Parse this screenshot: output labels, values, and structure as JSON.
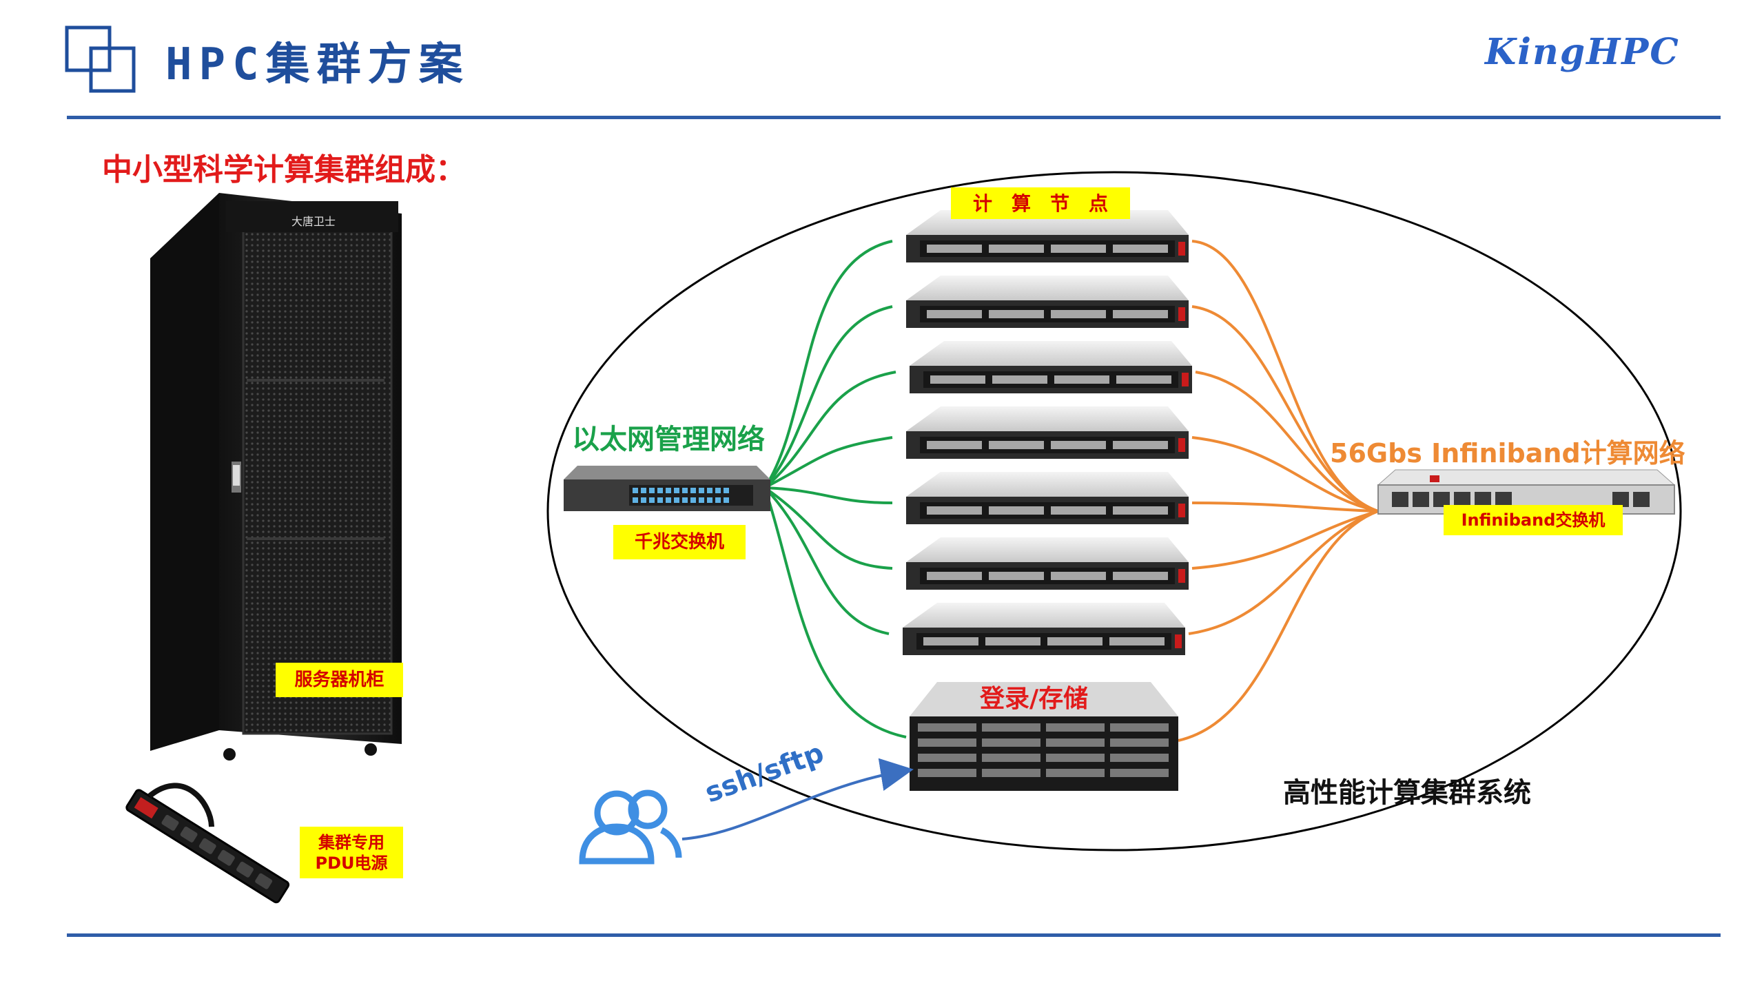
{
  "header": {
    "title": "HPC集群方案",
    "brand": "KingHPC",
    "logo_icon": "overlapping-squares-icon"
  },
  "subtitle": "中小型科学计算集群组成：",
  "left": {
    "cabinet_label": "服务器机柜",
    "cabinet_brand": "大唐卫士",
    "pdu_label_line1": "集群专用",
    "pdu_label_line2": "PDU电源"
  },
  "diagram": {
    "compute_nodes_label": "计　算　节　点",
    "ethernet_label": "以太网管理网络",
    "gigabit_switch_label": "千兆交换机",
    "infiniband_net_label": "56Gbs Infiniband计算网络",
    "infiniband_switch_label": "Infiniband交换机",
    "storage_label": "登录/存储",
    "ssh_label": "ssh/sftp",
    "system_label": "高性能计算集群系统",
    "user_icon": "users-icon"
  },
  "colors": {
    "accent_blue": "#2f5da8",
    "ethernet_green": "#1aa14a",
    "infiniband_orange": "#ee8a34",
    "label_red": "#e21b1b",
    "label_bg_yellow": "#ffff00"
  }
}
